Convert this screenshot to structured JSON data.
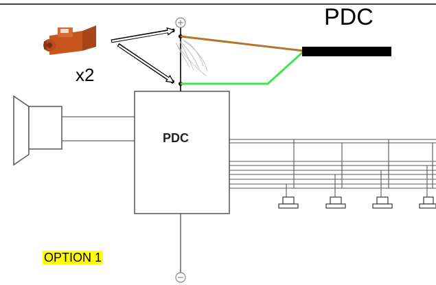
{
  "title": "PDC",
  "multiplier": "x2",
  "box_label": "PDC",
  "option_label": "OPTION 1",
  "terminals": {
    "positive": "+",
    "negative": "−"
  },
  "colors": {
    "brown_wire": "#b5742a",
    "green_wire": "#44e24a",
    "connector": "#000000",
    "highlight": "#ffff00",
    "clip": "#c9541d"
  },
  "sensor_count": 4
}
